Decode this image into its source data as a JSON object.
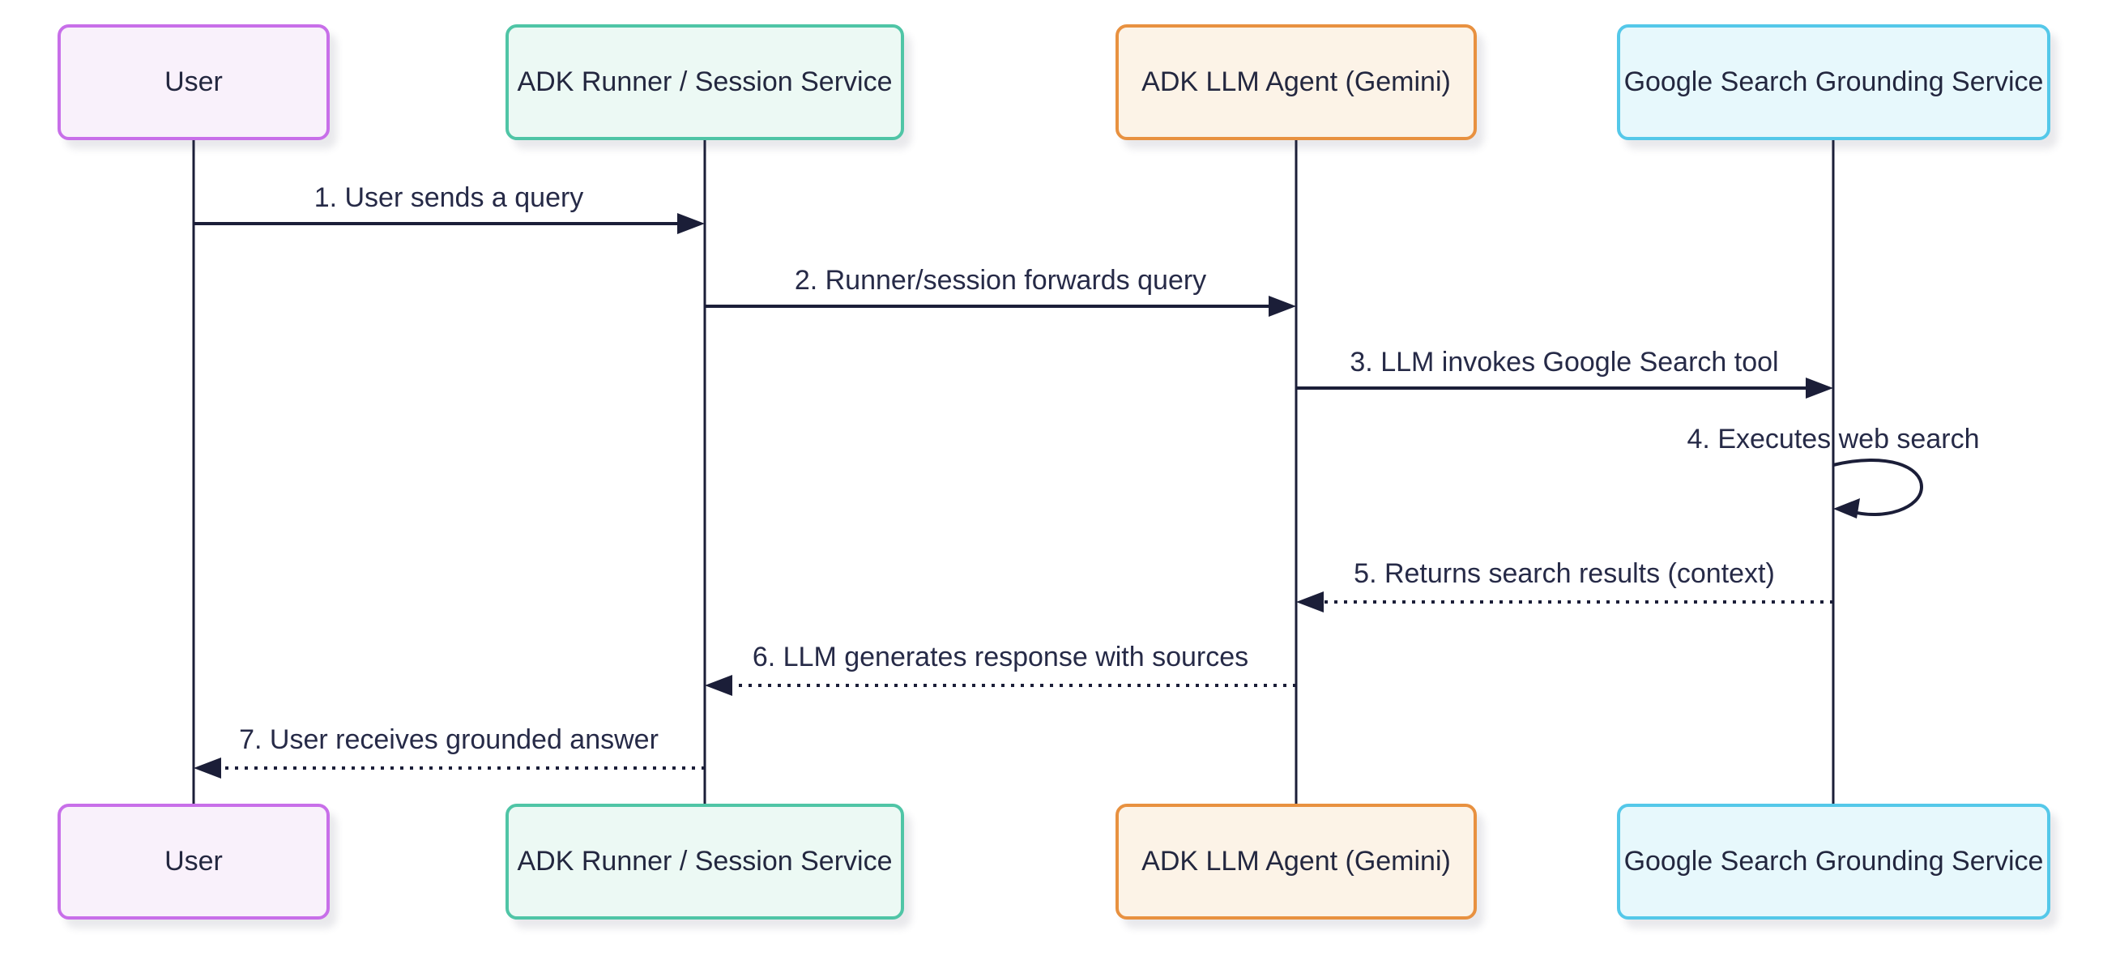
{
  "diagram": {
    "type": "sequence-diagram",
    "background": "#ffffff",
    "colors": {
      "line": "#1b1e38",
      "text": "#262a47"
    },
    "actors": [
      {
        "id": "user",
        "label": "User",
        "fill": "#f9f1fb",
        "border": "#c86fe9"
      },
      {
        "id": "runner",
        "label": "ADK Runner / Session Service",
        "fill": "#ecf9f4",
        "border": "#4fc5a6"
      },
      {
        "id": "llm",
        "label": "ADK LLM Agent (Gemini)",
        "fill": "#fcf3e7",
        "border": "#e89140"
      },
      {
        "id": "google",
        "label": "Google Search Grounding Service",
        "fill": "#e7f8fc",
        "border": "#54c8e9"
      }
    ],
    "messages": [
      {
        "seq": 1,
        "label": "1. User sends a query",
        "from": "user",
        "to": "runner",
        "style": "solid"
      },
      {
        "seq": 2,
        "label": "2. Runner/session forwards query",
        "from": "runner",
        "to": "llm",
        "style": "solid"
      },
      {
        "seq": 3,
        "label": "3. LLM invokes Google Search tool",
        "from": "llm",
        "to": "google",
        "style": "solid"
      },
      {
        "seq": 4,
        "label": "4. Executes web search",
        "from": "google",
        "to": "google",
        "style": "self-loop"
      },
      {
        "seq": 5,
        "label": "5. Returns search results (context)",
        "from": "google",
        "to": "llm",
        "style": "dotted"
      },
      {
        "seq": 6,
        "label": "6. LLM generates response with sources",
        "from": "llm",
        "to": "runner",
        "style": "dotted"
      },
      {
        "seq": 7,
        "label": "7. User receives grounded answer",
        "from": "runner",
        "to": "user",
        "style": "dotted"
      }
    ]
  }
}
